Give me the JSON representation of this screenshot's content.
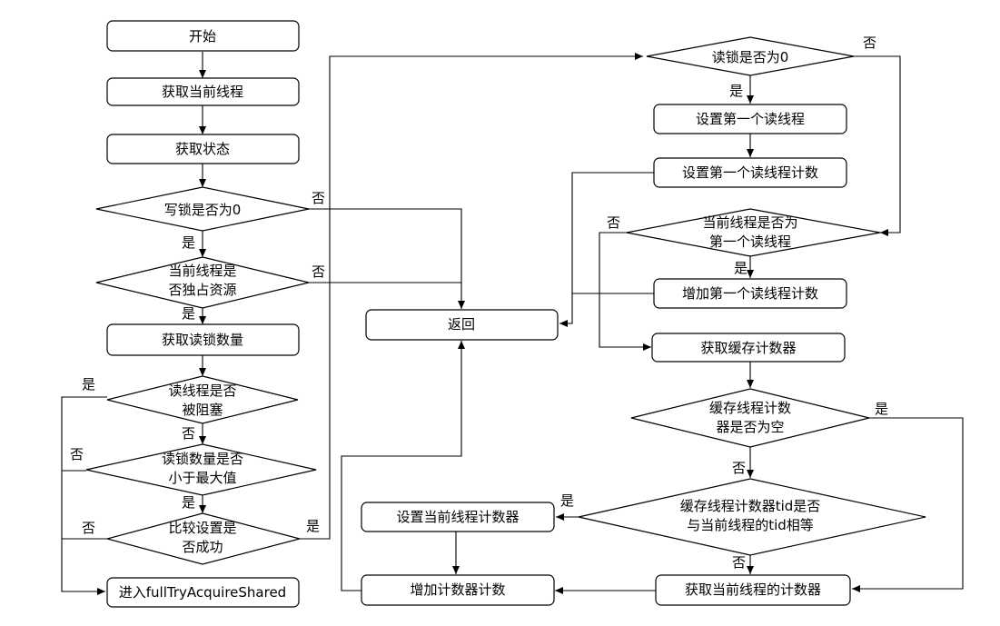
{
  "nodes": {
    "start": "开始",
    "get_thread": "获取当前线程",
    "get_state": "获取状态",
    "write_zero": "写锁是否为0",
    "is_owner": [
      "当前线程是",
      "否独占资源"
    ],
    "get_read_count": "获取读锁数量",
    "reader_blocked": [
      "读线程是否",
      "被阻塞"
    ],
    "less_than_max": [
      "读锁数量是否",
      "小于最大值"
    ],
    "cas_success": [
      "比较设置是",
      "否成功"
    ],
    "full_try": "进入fullTryAcquireShared",
    "return": "返回",
    "read_zero": "读锁是否为0",
    "set_first_reader": "设置第一个读线程",
    "set_first_count": "设置第一个读线程计数",
    "is_first_reader": [
      "当前线程是否为",
      "第一个读线程"
    ],
    "inc_first_count": "增加第一个读线程计数",
    "get_cache": "获取缓存计数器",
    "cache_null": [
      "缓存线程计数",
      "器是否为空"
    ],
    "tid_equal": [
      "缓存线程计数器tid是否",
      "与当前线程的tid相等"
    ],
    "set_current": "设置当前线程计数器",
    "inc_counter": "增加计数器计数",
    "get_current_counter": "获取当前线程的计数器"
  },
  "labels": {
    "yes": "是",
    "no": "否"
  }
}
